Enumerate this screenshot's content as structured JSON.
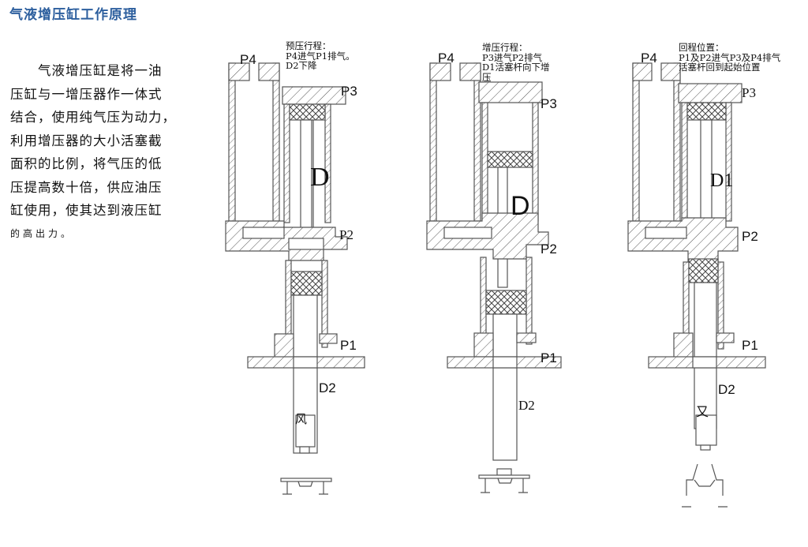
{
  "page": {
    "title": "气液增压缸工作原理",
    "description_lines": [
      "　　气液增压缸是将一油",
      "压缸与一增压器作一体式",
      "结合，使用纯气压为动力，",
      "利用增压器的大小活塞截",
      "面积的比例，将气压的低",
      "压提高数十倍，供应油压",
      "缸使用，使其达到液压缸"
    ],
    "description_tail": "的高出力。"
  },
  "colors": {
    "title": "#2d5f9e",
    "line": "#555555",
    "text": "#111111"
  },
  "diagrams": [
    {
      "stage": "pre-press",
      "caption": [
        "预压行程：",
        "P4进气P1排气。",
        "D2下降"
      ],
      "labels": {
        "p4": "P4",
        "p3": "P3",
        "p2": "P2",
        "p1": "P1",
        "d": "D",
        "d2": "D2",
        "tool_mark": "风"
      }
    },
    {
      "stage": "boost",
      "caption": [
        "增压行程：",
        "P3进气P2排气",
        "D1活塞杆向下增",
        "压"
      ],
      "labels": {
        "p4": "P4",
        "p3": "P3",
        "p2": "P2",
        "p1": "P1",
        "d": "D",
        "d2": "D2"
      }
    },
    {
      "stage": "return",
      "caption": [
        "回程位置：",
        "P1及P2进气P3及P4排气",
        "活塞杆回到起始位置"
      ],
      "labels": {
        "p4": "P4",
        "p3": "P3",
        "p2": "P2",
        "p1": "P1",
        "d1": "D1",
        "d2": "D2",
        "tool_mark": "又"
      }
    }
  ]
}
